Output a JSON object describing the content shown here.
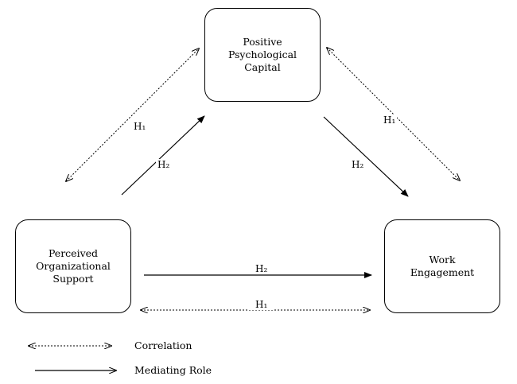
{
  "nodes": {
    "ppc": "Positive\nPsychological\nCapital",
    "pos": "Perceived\nOrganizational\nSupport",
    "we": "Work\nEngagement"
  },
  "labels": {
    "h1_left": "H₁",
    "h2_left": "H₂",
    "h1_right": "H₁",
    "h2_right": "H₂",
    "h2_bottom": "H₂",
    "h1_bottom": "H₁"
  },
  "legend": {
    "correlation": "Correlation",
    "mediating": "Mediating Role"
  }
}
